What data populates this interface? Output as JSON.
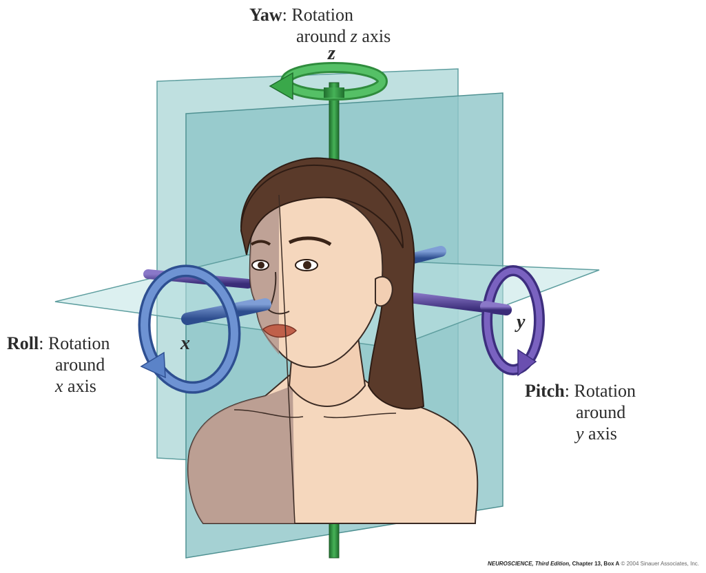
{
  "colors": {
    "plane": "#9ecfd0",
    "plane_dark": "#7ab8b9",
    "z_axis": "#2e8b3d",
    "z_arrow": "#3aa84a",
    "x_rod": "#3a5fa6",
    "x_arrow": "#5b83c8",
    "y_rod": "#4b3a8e",
    "y_arrow": "#6a4fb0",
    "skin": "#f5d7bd",
    "hair": "#5a3a2a",
    "lips": "#c0604a"
  },
  "yaw": {
    "term": "Yaw",
    "line1_rest": ": Rotation",
    "line2": "around ",
    "axis": "z",
    "line2_end": " axis"
  },
  "roll": {
    "term": "Roll",
    "line1_rest": ": Rotation",
    "line2": "around",
    "axis": "x",
    "line3_end": " axis"
  },
  "pitch": {
    "term": "Pitch",
    "line1_rest": ": Rotation",
    "line2": "around",
    "axis": "y",
    "line3_end": " axis"
  },
  "axis_letters": {
    "z": "z",
    "x": "x",
    "y": "y"
  },
  "caption": {
    "book": "NEUROSCIENCE, Third Edition,",
    "chapter": " Chapter 13, Box A",
    "copyright": "  © 2004 Sinauer Associates, Inc."
  }
}
